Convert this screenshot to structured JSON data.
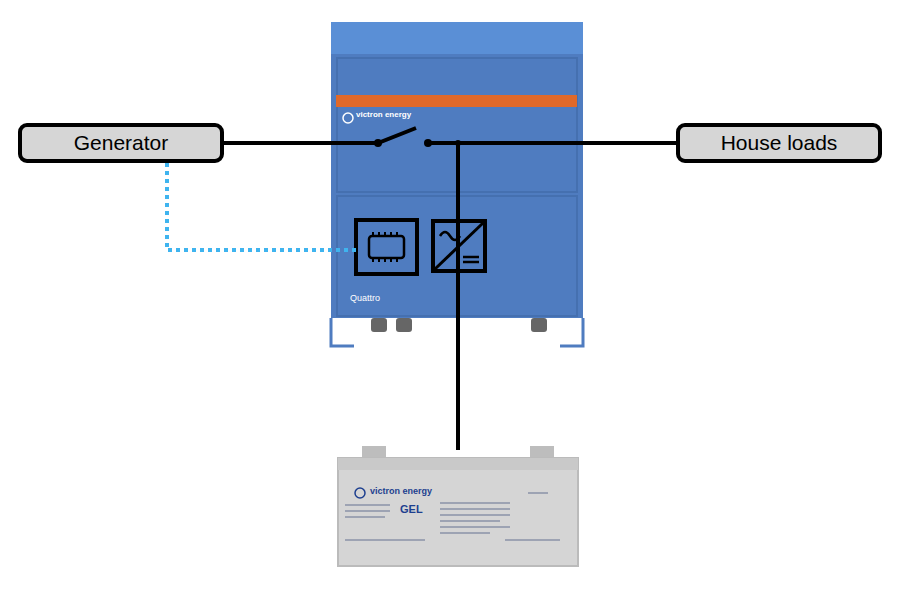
{
  "diagram": {
    "nodes": [
      {
        "text": [
          "Generator"
        ]
      },
      {
        "text": [
          "House loads"
        ]
      }
    ],
    "edges": [
      {
        "from": 0,
        "to": 1,
        "arrow": "none"
      }
    ],
    "labels": [
      "victron energy",
      "Quattro",
      "victron energy",
      "GEL"
    ]
  }
}
